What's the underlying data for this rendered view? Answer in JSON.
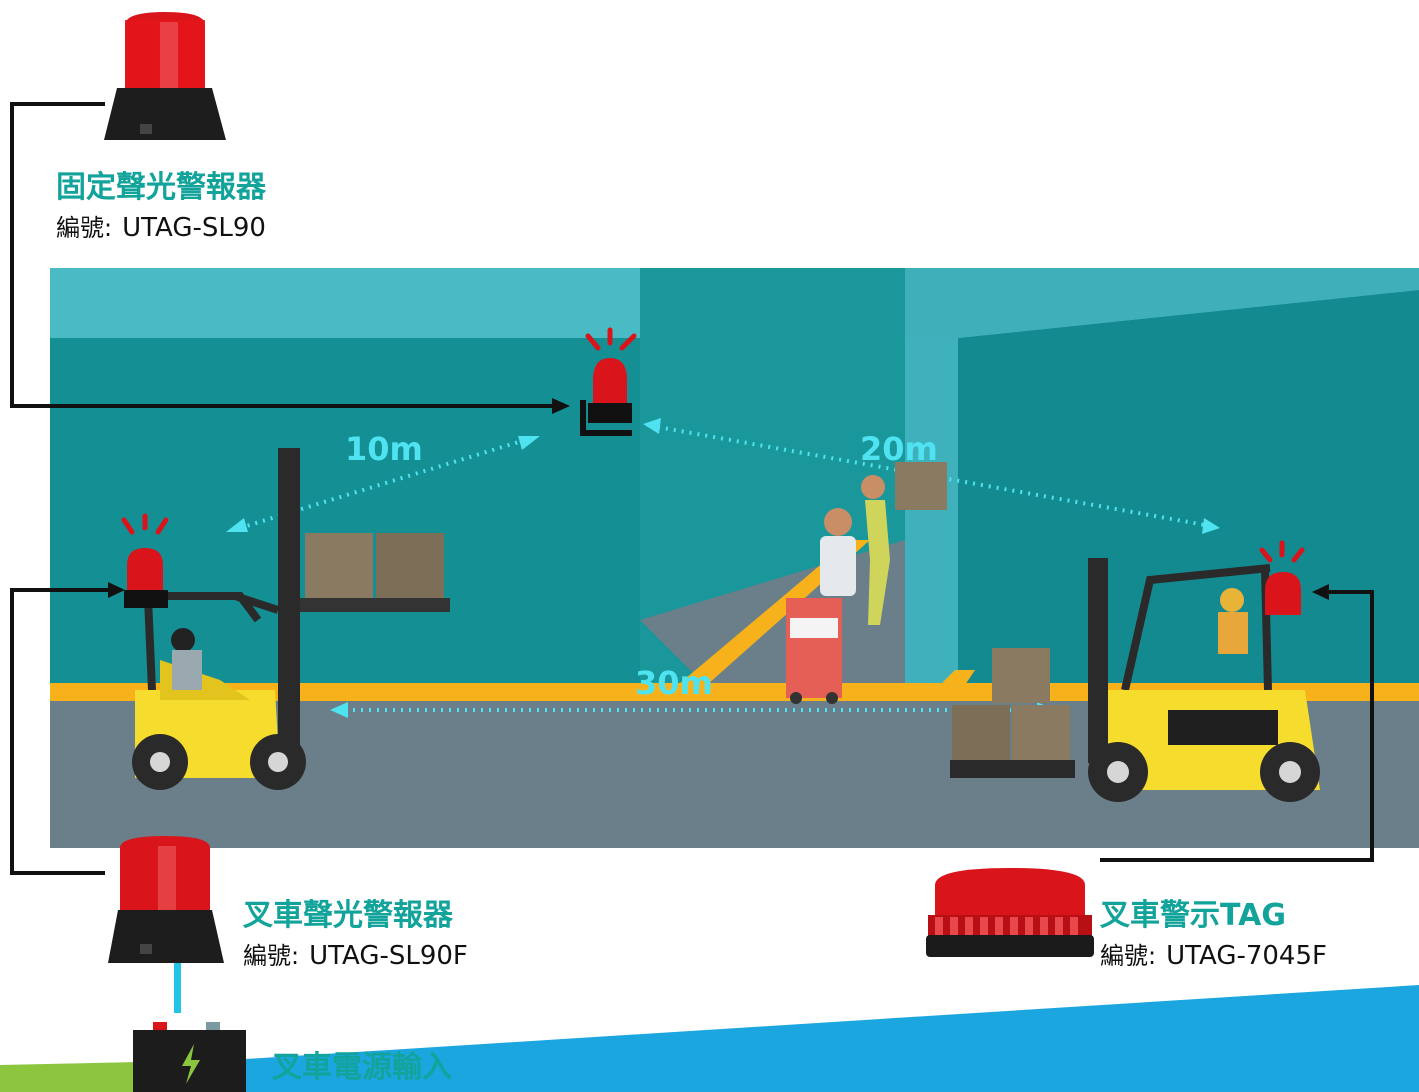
{
  "devices": {
    "fixed_alarm": {
      "title": "固定聲光警報器",
      "code_prefix": "編號:",
      "code": "UTAG-SL90"
    },
    "forklift_alarm": {
      "title": "叉車聲光警報器",
      "code_prefix": "編號:",
      "code": "UTAG-SL90F"
    },
    "forklift_tag": {
      "title": "叉車警示TAG",
      "code_prefix": "編號:",
      "code": "UTAG-7045F"
    },
    "power_input": {
      "title": "叉車電源輸入"
    }
  },
  "distances": [
    {
      "label": "10m"
    },
    {
      "label": "20m"
    },
    {
      "label": "30m"
    }
  ],
  "colors": {
    "wall": "#148f94",
    "wall_top": "#42b3be",
    "floor": "#6a7f8a",
    "yellow_stripe": "#f7b21b",
    "alarm_red": "#d9141a",
    "distance_arrow": "#4fe3f2",
    "title_teal": "#12a39b",
    "bottom_blue": "#1ba6e0",
    "bottom_green": "#8cc63f"
  },
  "icons": [
    "siren-icon",
    "battery-icon",
    "lightning-icon",
    "forklift-icon",
    "worker-icon",
    "box-icon"
  ]
}
